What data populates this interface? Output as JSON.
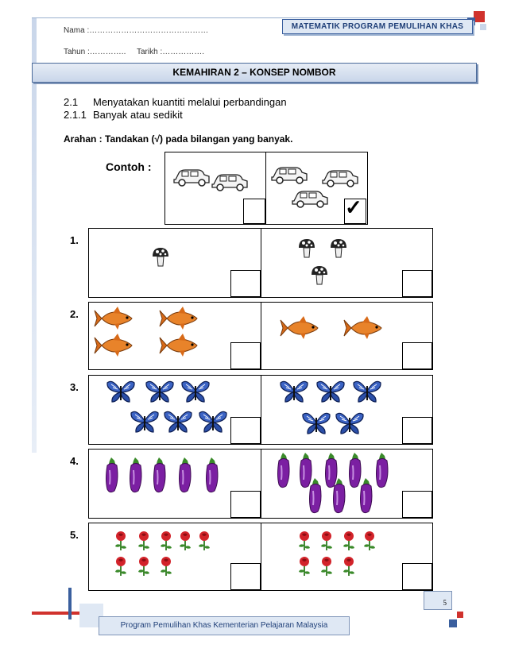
{
  "header": {
    "banner": "MATEMATIK PROGRAM PEMULIHAN KHAS",
    "nama": "Nama :………………………………………",
    "tahun": "Tahun :…………..",
    "tarikh": "Tarikh :……………."
  },
  "title": "KEMAHIRAN 2 – KONSEP NOMBOR",
  "objectives": [
    {
      "code": "2.1",
      "text": "Menyatakan kuantiti melalui perbandingan"
    },
    {
      "code": "2.1.1",
      "text": "Banyak atau sedikit"
    }
  ],
  "instruction": "Arahan :  Tandakan (√) pada bilangan yang banyak.",
  "example_label": "Contoh :",
  "example": {
    "left_icon": "car-icon",
    "left_count": 2,
    "right_icon": "car-icon",
    "right_count": 3,
    "checked": "right"
  },
  "questions": [
    {
      "number": "1.",
      "icon": "mushroom-icon",
      "left_count": 1,
      "right_count": 3
    },
    {
      "number": "2.",
      "icon": "goldfish-icon",
      "left_count": 4,
      "right_count": 2
    },
    {
      "number": "3.",
      "icon": "butterfly-icon",
      "left_count": 6,
      "right_count": 5
    },
    {
      "number": "4.",
      "icon": "eggplant-icon",
      "left_count": 5,
      "right_count": 8
    },
    {
      "number": "5.",
      "icon": "rose-icon",
      "left_count": 8,
      "right_count": 7
    }
  ],
  "page_number": "5",
  "footer": "Program  Pemulihan Khas Kementerian Pelajaran Malaysia",
  "colors": {
    "accent": "#3a5f9e",
    "panel": "#dfe8f4"
  }
}
